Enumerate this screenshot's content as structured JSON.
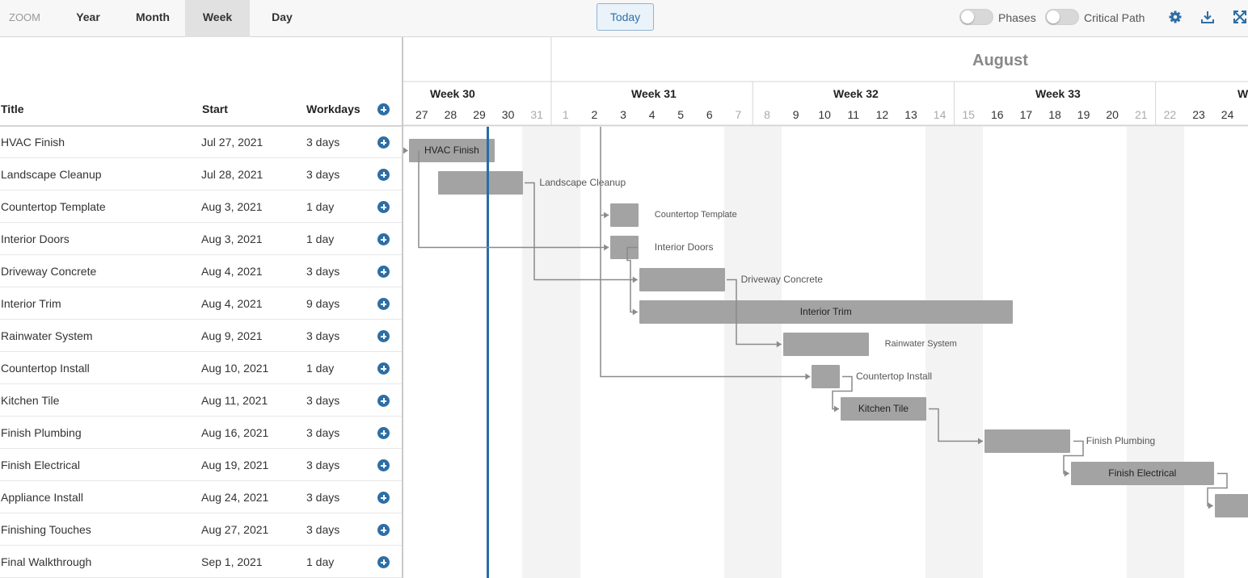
{
  "toolbar": {
    "zoom_label": "ZOOM",
    "zoom_tabs": [
      "Year",
      "Month",
      "Week",
      "Day"
    ],
    "active_zoom": "Week",
    "today_button": "Today",
    "phases_label": "Phases",
    "critical_path_label": "Critical Path",
    "icons": [
      "gear-icon",
      "download-icon",
      "fullscreen-icon"
    ],
    "accent_color": "#2e6ea5"
  },
  "grid": {
    "headers": {
      "title": "Title",
      "start": "Start",
      "workdays": "Workdays"
    },
    "rows": [
      {
        "title": "HVAC Finish",
        "start": "Jul 27, 2021",
        "workdays": "3 days"
      },
      {
        "title": "Landscape Cleanup",
        "start": "Jul 28, 2021",
        "workdays": "3 days"
      },
      {
        "title": "Countertop Template",
        "start": "Aug 3, 2021",
        "workdays": "1 day"
      },
      {
        "title": "Interior Doors",
        "start": "Aug 3, 2021",
        "workdays": "1 day"
      },
      {
        "title": "Driveway Concrete",
        "start": "Aug 4, 2021",
        "workdays": "3 days"
      },
      {
        "title": "Interior Trim",
        "start": "Aug 4, 2021",
        "workdays": "9 days"
      },
      {
        "title": "Rainwater System",
        "start": "Aug 9, 2021",
        "workdays": "3 days"
      },
      {
        "title": "Countertop Install",
        "start": "Aug 10, 2021",
        "workdays": "1 day"
      },
      {
        "title": "Kitchen Tile",
        "start": "Aug 11, 2021",
        "workdays": "3 days"
      },
      {
        "title": "Finish Plumbing",
        "start": "Aug 16, 2021",
        "workdays": "3 days"
      },
      {
        "title": "Finish Electrical",
        "start": "Aug 19, 2021",
        "workdays": "3 days"
      },
      {
        "title": "Appliance Install",
        "start": "Aug 24, 2021",
        "workdays": "3 days"
      },
      {
        "title": "Finishing Touches",
        "start": "Aug 27, 2021",
        "workdays": "3 days"
      },
      {
        "title": "Final Walkthrough",
        "start": "Sep 1, 2021",
        "workdays": "1 day"
      }
    ]
  },
  "timeline": {
    "month": "August",
    "weeks": [
      "Week 30",
      "Week 31",
      "Week 32",
      "Week 33",
      "W"
    ],
    "days": [
      "27",
      "28",
      "29",
      "30",
      "31",
      "1",
      "2",
      "3",
      "4",
      "5",
      "6",
      "7",
      "8",
      "9",
      "10",
      "11",
      "12",
      "13",
      "14",
      "15",
      "16",
      "17",
      "18",
      "19",
      "20",
      "21",
      "22",
      "23",
      "24"
    ]
  }
}
